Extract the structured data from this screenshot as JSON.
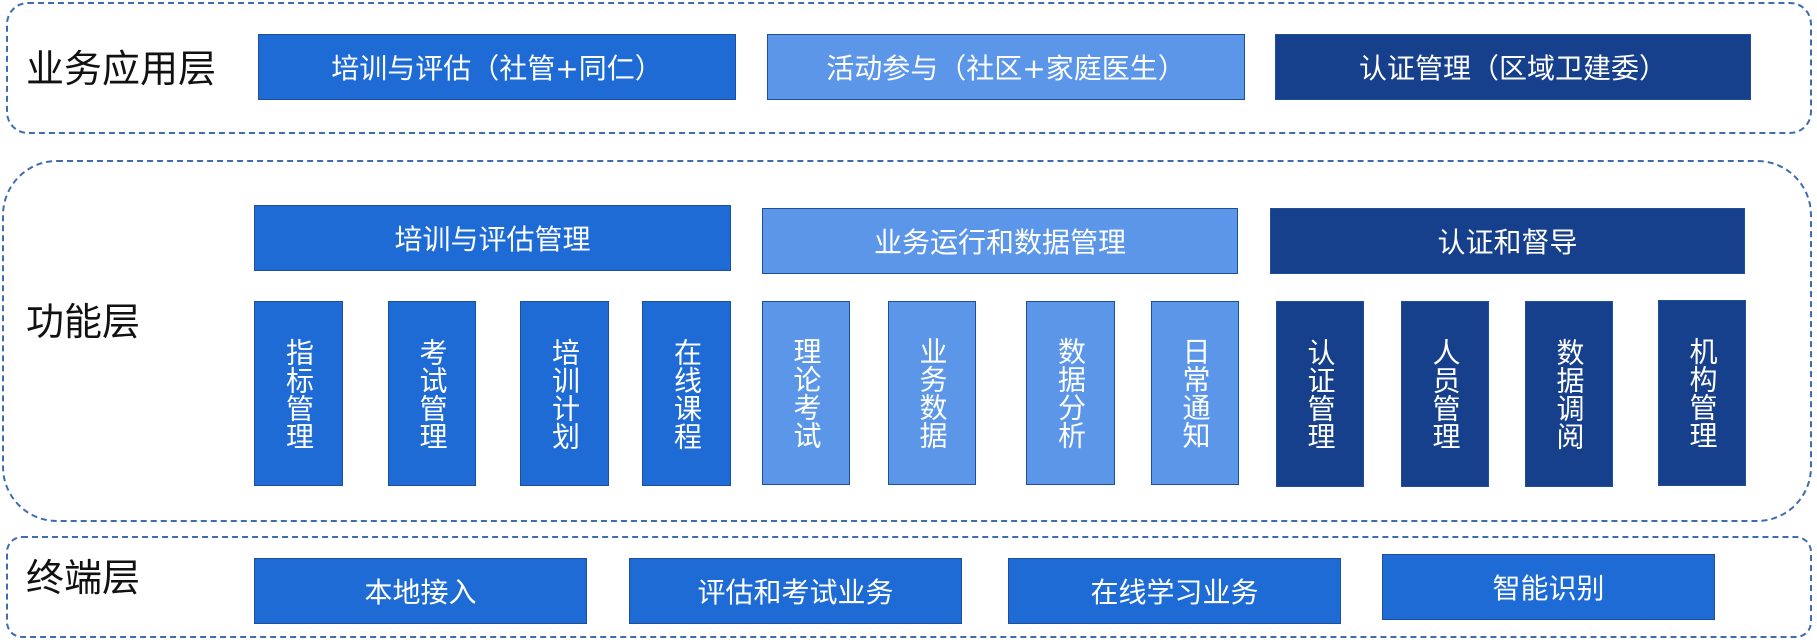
{
  "layers": {
    "application": {
      "label": "业务应用层",
      "items": [
        "培训与评估（社管+同仁）",
        "活动参与（社区+家庭医生）",
        "认证管理（区域卫建委）"
      ]
    },
    "function": {
      "label": "功能层",
      "groups": [
        {
          "title": "培训与评估管理",
          "items": [
            "指标管理",
            "考试管理",
            "培训计划",
            "在线课程"
          ]
        },
        {
          "title": "业务运行和数据管理",
          "items": [
            "理论考试",
            "业务数据",
            "数据分析",
            "日常通知"
          ]
        },
        {
          "title": "认证和督导",
          "items": [
            "认证管理",
            "人员管理",
            "数据调阅",
            "机构管理"
          ]
        }
      ]
    },
    "terminal": {
      "label": "终端层",
      "items": [
        "本地接入",
        "评估和考试业务",
        "在线学习业务",
        "智能识别"
      ]
    }
  },
  "colors": {
    "primary_blue": "#1e6bd6",
    "light_blue": "#5b96e8",
    "dark_blue": "#163f8c",
    "dashed_border": "#3f6cb0"
  }
}
